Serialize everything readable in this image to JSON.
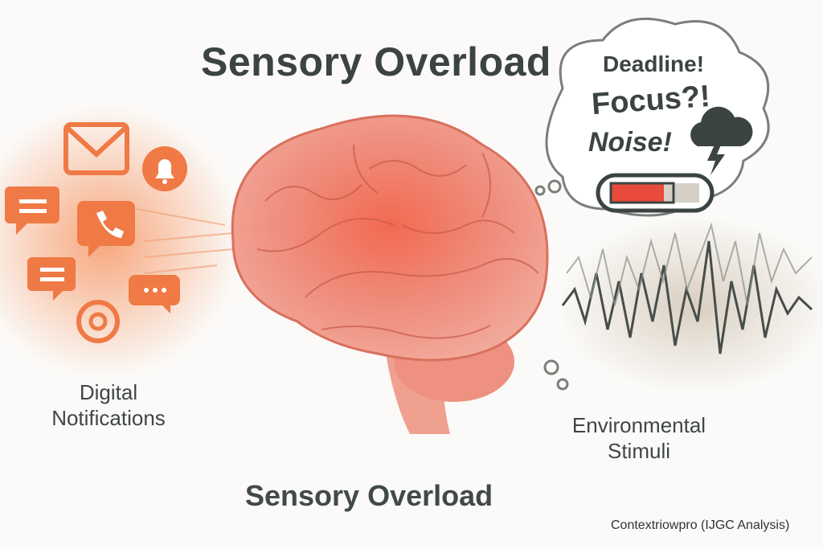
{
  "title": "Sensory Overload",
  "bottom_title": "Sensory Overload",
  "left_label": {
    "line1": "Digital",
    "line2": "Notifications"
  },
  "right_label": {
    "line1": "Environmental",
    "line2": "Stimuli"
  },
  "thought_bubble": {
    "lines": [
      "Deadline!",
      "Focus?!",
      "Noise!"
    ],
    "icon": "storm-cloud-icon",
    "battery_level_percent": 60
  },
  "notification_icons": [
    "envelope-icon",
    "bell-icon",
    "chat-icon",
    "phone-icon",
    "chat-icon",
    "typing-icon",
    "at-sign-icon"
  ],
  "credit": "Contextriowpro (IJGC Analysis)",
  "colors": {
    "accent": "#f07a45",
    "brain": "#ee8a78",
    "battery_red": "#e84a3c",
    "text": "#3c4441"
  }
}
